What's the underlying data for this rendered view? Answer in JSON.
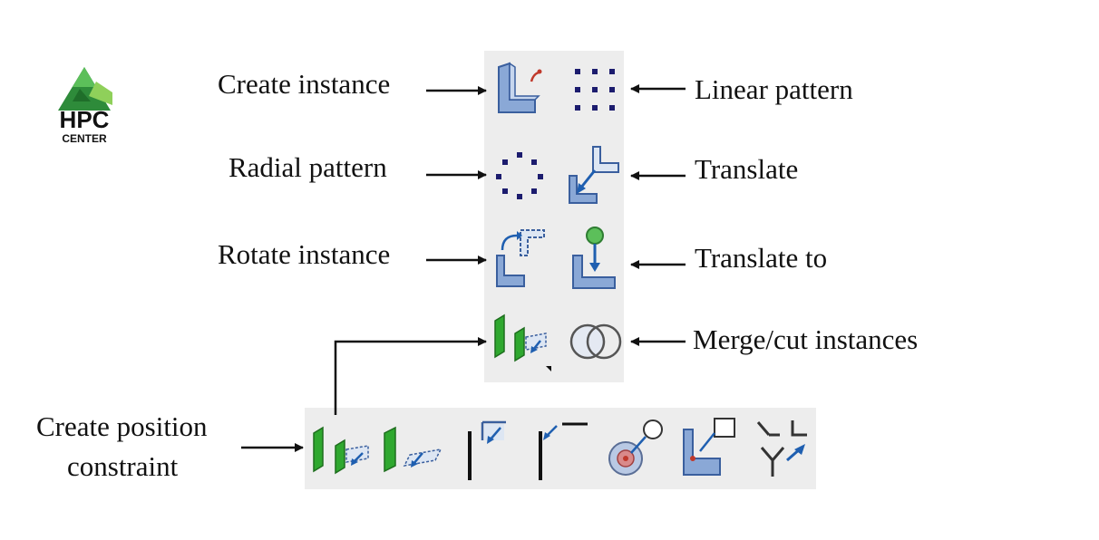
{
  "logo": {
    "title": "HPC",
    "subtitle": "CENTER",
    "icon": "mountain-logo-icon"
  },
  "labels": {
    "create_instance": "Create instance",
    "linear_pattern": "Linear pattern",
    "radial_pattern": "Radial pattern",
    "translate": "Translate",
    "rotate_instance": "Rotate instance",
    "translate_to": "Translate to",
    "merge_cut_instances": "Merge/cut instances",
    "create_position_constraint_line1": "Create position",
    "create_position_constraint_line2": "constraint"
  },
  "colors": {
    "panel": "#ededed",
    "icon_blue": "#8aa8d6",
    "icon_dark_blue": "#3a5f9e",
    "dot_navy": "#1c1c6e",
    "constraint_green": "#2fa82f",
    "accent_red": "#c0392b"
  }
}
